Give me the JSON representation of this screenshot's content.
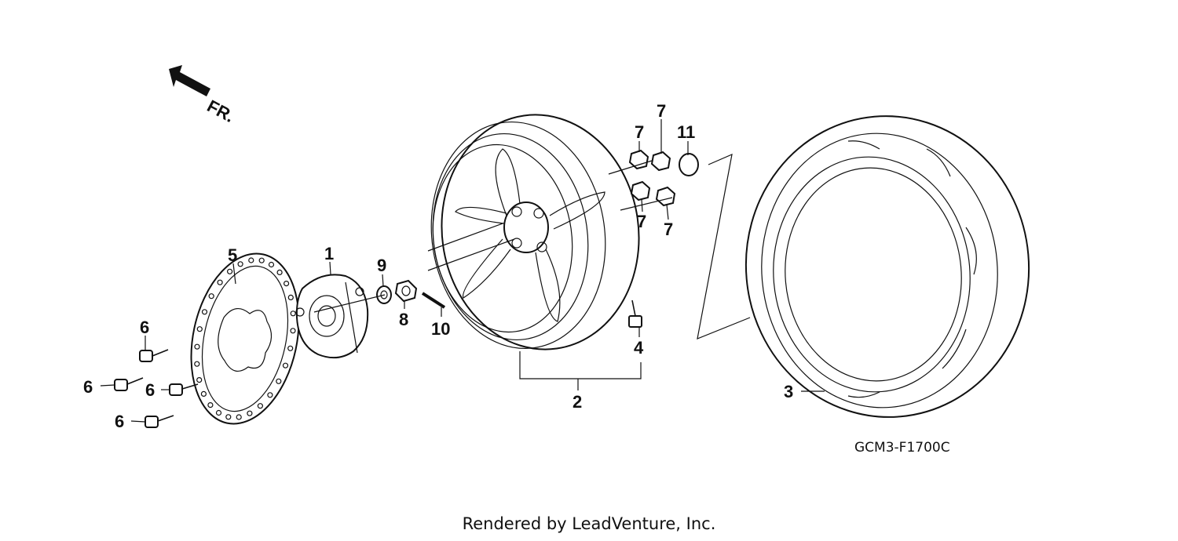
{
  "direction_label": "FR.",
  "diagram_code": "GCM3-F1700C",
  "footer": "Rendered by LeadVenture, Inc.",
  "callouts": {
    "hub": "1",
    "wheel": "2",
    "tire": "3",
    "valve": "4",
    "disk": "5",
    "bolt_a": "6",
    "bolt_b": "6",
    "bolt_c": "6",
    "bolt_d": "6",
    "nut_a": "7",
    "nut_b": "7",
    "nut_c": "7",
    "nut_d": "7",
    "locknut": "8",
    "washer": "9",
    "pin": "10",
    "weight": "11"
  }
}
